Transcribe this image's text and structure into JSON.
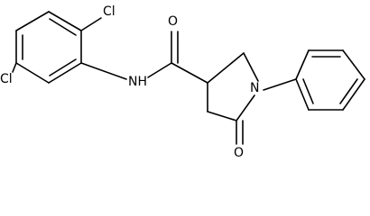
{
  "molecule": {
    "atoms": {
      "cl_top": "Cl",
      "cl_left": "Cl",
      "nh": "NH",
      "carbonyl_o": "O",
      "ring_n": "N",
      "lactam_o": "O"
    }
  },
  "colors": {
    "bond": "#000000",
    "label": "#000000",
    "background": "#ffffff"
  }
}
